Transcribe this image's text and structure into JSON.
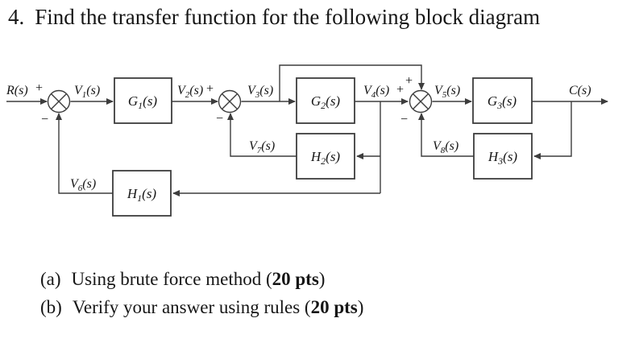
{
  "title": {
    "number": "4.",
    "text": "Find the transfer function for the following block diagram"
  },
  "items": [
    {
      "prefix": "(a)",
      "text": "Using brute force method (",
      "bold": "20 pts",
      "suffix": ")"
    },
    {
      "prefix": "(b)",
      "text": "Verify your answer using rules (",
      "bold": "20 pts",
      "suffix": ")"
    }
  ],
  "diagram": {
    "colors": {
      "line": "#3d3d3d",
      "text": "#161616",
      "background": "#ffffff"
    },
    "signals": {
      "r": "R(s)",
      "c": "C(s)",
      "v1": {
        "pre": "V",
        "sub": "1",
        "post": "(s)"
      },
      "v2": {
        "pre": "V",
        "sub": "2",
        "post": "(s)"
      },
      "v3": {
        "pre": "V",
        "sub": "3",
        "post": "(s)"
      },
      "v4": {
        "pre": "V",
        "sub": "4",
        "post": "(s)"
      },
      "v5": {
        "pre": "V",
        "sub": "5",
        "post": "(s)"
      },
      "v6": {
        "pre": "V",
        "sub": "6",
        "post": "(s)"
      },
      "v7": {
        "pre": "V",
        "sub": "7",
        "post": "(s)"
      },
      "v8": {
        "pre": "V",
        "sub": "8",
        "post": "(s)"
      }
    },
    "blocks": {
      "g1": {
        "pre": "G",
        "sub": "1",
        "post": "(s)"
      },
      "g2": {
        "pre": "G",
        "sub": "2",
        "post": "(s)"
      },
      "g3": {
        "pre": "G",
        "sub": "3",
        "post": "(s)"
      },
      "h1": {
        "pre": "H",
        "sub": "1",
        "post": "(s)"
      },
      "h2": {
        "pre": "H",
        "sub": "2",
        "post": "(s)"
      },
      "h3": {
        "pre": "H",
        "sub": "3",
        "post": "(s)"
      }
    },
    "signs": {
      "j1_plus": "+",
      "j1_minus": "−",
      "j2_plus": "+",
      "j2_minus": "−",
      "j3_left_plus": "+",
      "j3_top_plus": "+",
      "j3_minus": "−"
    }
  }
}
